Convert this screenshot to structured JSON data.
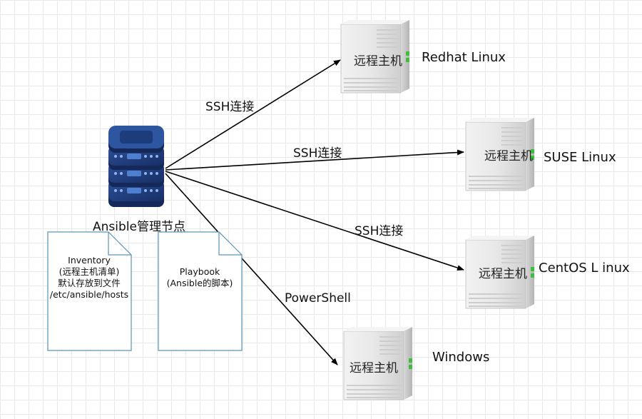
{
  "control_node": {
    "label": "Ansible管理节点"
  },
  "connections": [
    {
      "label": "SSH连接"
    },
    {
      "label": "SSH连接"
    },
    {
      "label": "SSH连接"
    },
    {
      "label": "PowerShell"
    }
  ],
  "hosts": [
    {
      "label": "远程主机",
      "os": "Redhat Linux"
    },
    {
      "label": "远程主机",
      "os": "SUSE Linux"
    },
    {
      "label": "远程主机",
      "os": "CentOS L inux"
    },
    {
      "label": "远程主机",
      "os": "Windows"
    }
  ],
  "documents": {
    "inventory": {
      "lines": [
        "Inventory",
        "(远程主机清单)",
        "默认存放到文件",
        "/etc/ansible/hosts"
      ]
    },
    "playbook": {
      "lines": [
        "Playbook",
        "(Ansible的脚本)"
      ]
    }
  },
  "colors": {
    "server_body": "#e6e6e6",
    "server_edge": "#bdbdbd",
    "server_led": "#3cbf3c",
    "node_blue": "#1e3a7a",
    "doc_border": "#5b93b5",
    "arrow": "#000000"
  }
}
